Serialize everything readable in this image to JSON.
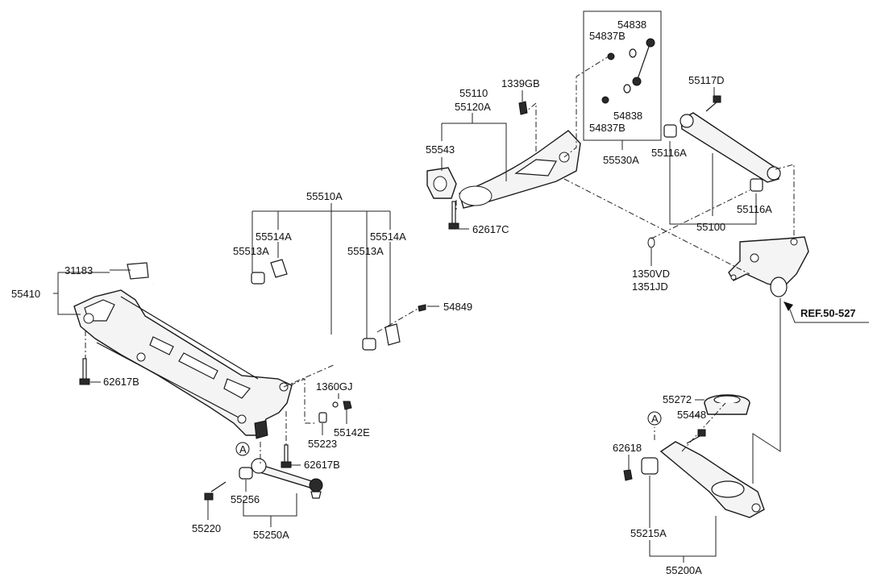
{
  "labels": {
    "p55510A": "55510A",
    "p55514A_l": "55514A",
    "p55513A_l": "55513A",
    "p55514A_r": "55514A",
    "p55513A_r": "55513A",
    "p31183": "31183",
    "p55410": "55410",
    "p54849": "54849",
    "p62617B_a": "62617B",
    "p1360GJ": "1360GJ",
    "p55142E": "55142E",
    "p55223": "55223",
    "p62617B_b": "62617B",
    "p55256": "55256",
    "p55220": "55220",
    "p55250A": "55250A",
    "circleA_1": "A",
    "p55110": "55110",
    "p55120A": "55120A",
    "p1339GB": "1339GB",
    "p55543": "55543",
    "p62617C": "62617C",
    "p54838_a": "54838",
    "p54837B_a": "54837B",
    "p54838_b": "54838",
    "p54837B_b": "54837B",
    "p55530A": "55530A",
    "p55117D": "55117D",
    "p55116A_a": "55116A",
    "p55116A_b": "55116A",
    "p55100": "55100",
    "p1350VD": "1350VD",
    "p1351JD": "1351JD",
    "ref": "REF.50-527",
    "p55272": "55272",
    "p55448": "55448",
    "circleA_2": "A",
    "p62618": "62618",
    "p55215A": "55215A",
    "p55200A": "55200A"
  }
}
